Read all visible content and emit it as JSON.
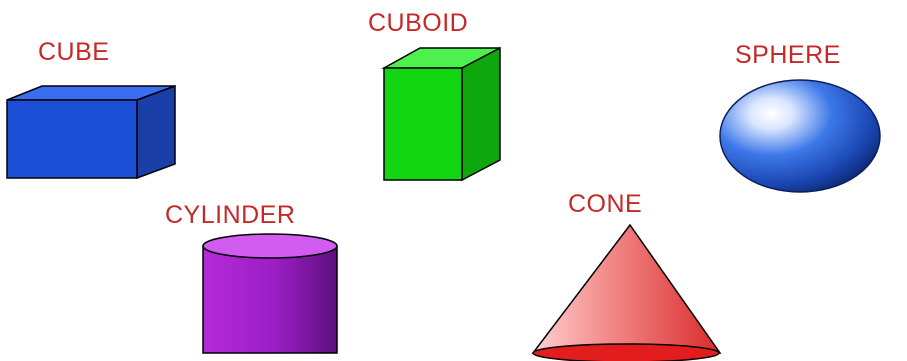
{
  "colors": {
    "label": "#c62828",
    "outline": "#000000",
    "cube": "#1a4fd6",
    "cuboid": "#12d612",
    "sphere": "#1f56c9",
    "cylinder": "#a21fc9",
    "cone": "#f05a5a"
  },
  "shapes": {
    "cube": {
      "label": "CUBE"
    },
    "cuboid": {
      "label": "CUBOID"
    },
    "sphere": {
      "label": "SPHERE"
    },
    "cylinder": {
      "label": "CYLINDER"
    },
    "cone": {
      "label": "CONE"
    }
  }
}
